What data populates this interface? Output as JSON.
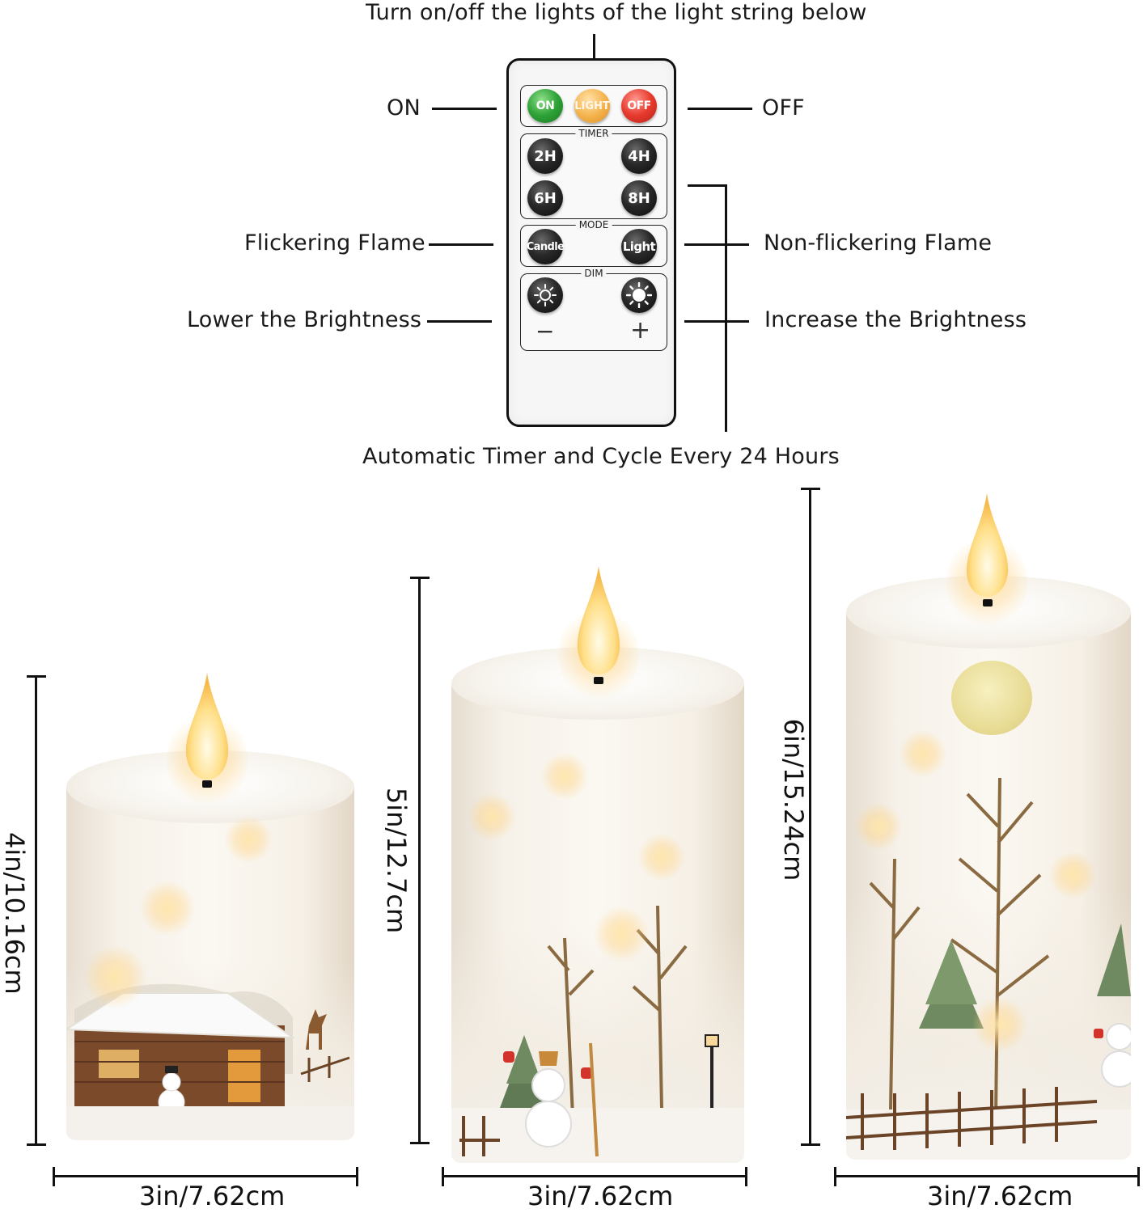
{
  "callouts": {
    "top": "Turn on/off the lights of the light string below",
    "on": "ON",
    "off": "OFF",
    "flicker": "Flickering Flame",
    "nonflicker": "Non-flickering Flame",
    "lower": "Lower the Brightness",
    "increase": "Increase the Brightness",
    "timer": "Automatic Timer and Cycle Every 24 Hours"
  },
  "remote": {
    "buttons": {
      "on": "ON",
      "light": "LIGHT",
      "off": "OFF"
    },
    "timer_title": "TIMER",
    "timer": {
      "h2": "2H",
      "h4": "4H",
      "h6": "6H",
      "h8": "8H"
    },
    "mode_title": "MODE",
    "mode": {
      "candle": "Candle",
      "light": "Light"
    },
    "dim_title": "DIM",
    "dim": {
      "minus": "−",
      "plus": "+"
    }
  },
  "dimensions": {
    "small": {
      "height": "4in/10.16cm",
      "width": "3in/7.62cm"
    },
    "medium": {
      "height": "5in/12.7cm",
      "width": "3in/7.62cm"
    },
    "large": {
      "height": "6in/15.24cm",
      "width": "3in/7.62cm"
    }
  },
  "colors": {
    "on": "#2ea236",
    "light": "#f4b14a",
    "off": "#e73a2d"
  }
}
